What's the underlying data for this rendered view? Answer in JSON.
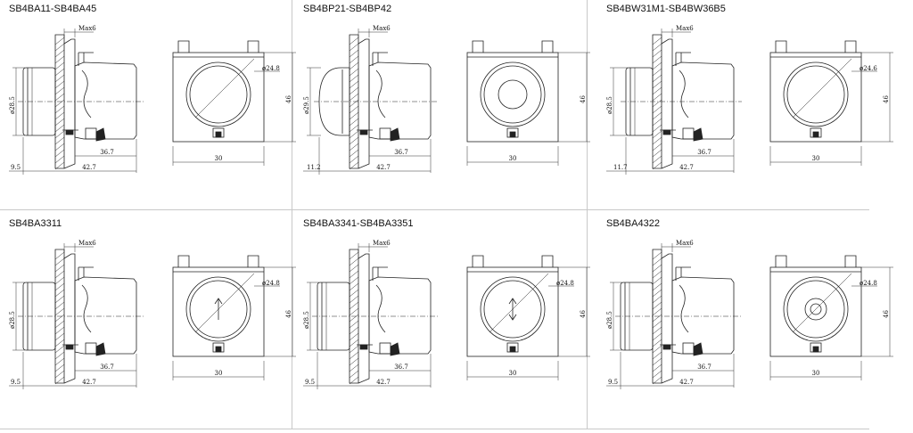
{
  "panels": [
    {
      "title": "SB4BA11-SB4BA45",
      "variant": "flush",
      "dims": {
        "max": "Max6",
        "dia": "ø28.5",
        "ring": "ø24.8",
        "height": "46",
        "depth_inner": "36.7",
        "depth_total": "42.7",
        "front": "9.5",
        "width": "30"
      }
    },
    {
      "title": "SB4BP21-SB4BP42",
      "variant": "projecting",
      "dims": {
        "max": "Max6",
        "dia": "ø29.5",
        "ring": "",
        "height": "46",
        "depth_inner": "36.7",
        "depth_total": "42.7",
        "front": "11.2",
        "width": "30"
      }
    },
    {
      "title": "SB4BW31M1-SB4BW36B5",
      "variant": "illuminated",
      "dims": {
        "max": "Max6",
        "dia": "ø28.5",
        "ring": "ø24.6",
        "height": "46",
        "depth_inner": "36.7",
        "depth_total": "42.7",
        "front": "11.7",
        "width": "30"
      }
    },
    {
      "title": "SB4BA3311",
      "variant": "arrow1",
      "dims": {
        "max": "Max6",
        "dia": "ø28.5",
        "ring": "ø24.8",
        "height": "46",
        "depth_inner": "36.7",
        "depth_total": "42.7",
        "front": "9.5",
        "width": "30"
      }
    },
    {
      "title": "SB4BA3341-SB4BA3351",
      "variant": "arrow2",
      "dims": {
        "max": "Max6",
        "dia": "ø28.5",
        "ring": "ø24.8",
        "height": "46",
        "depth_inner": "36.7",
        "depth_total": "42.7",
        "front": "9.5",
        "width": "30"
      }
    },
    {
      "title": "SB4BA4322",
      "variant": "ring",
      "dims": {
        "max": "Max6",
        "dia": "ø28.5",
        "ring": "ø24.8",
        "height": "46",
        "depth_inner": "36.7",
        "depth_total": "42.7",
        "front": "9.5",
        "width": "30"
      }
    }
  ]
}
